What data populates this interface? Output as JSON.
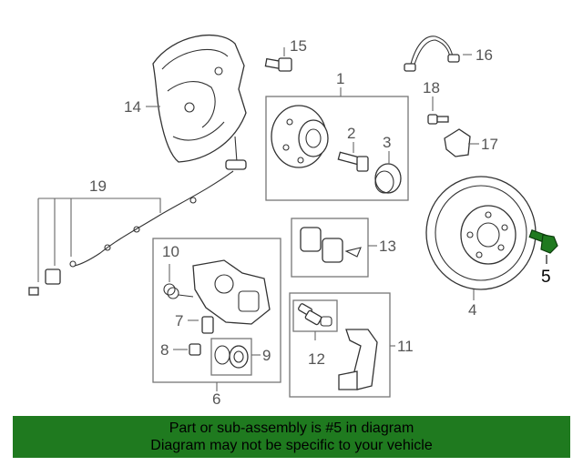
{
  "diagram": {
    "callouts": {
      "c1": "1",
      "c2": "2",
      "c3": "3",
      "c4": "4",
      "c5": "5",
      "c6": "6",
      "c7": "7",
      "c8": "8",
      "c9": "9",
      "c10": "10",
      "c11": "11",
      "c12": "12",
      "c13": "13",
      "c14": "14",
      "c15": "15",
      "c16": "16",
      "c17": "17",
      "c18": "18",
      "c19": "19"
    },
    "highlight_part": "5",
    "colors": {
      "highlight": "#1f7a1f",
      "banner": "#1f7a1f",
      "line": "#333333"
    }
  },
  "banner": {
    "line1": "Part or sub-assembly is #5 in diagram",
    "line2": "Diagram may not be specific to your vehicle"
  }
}
